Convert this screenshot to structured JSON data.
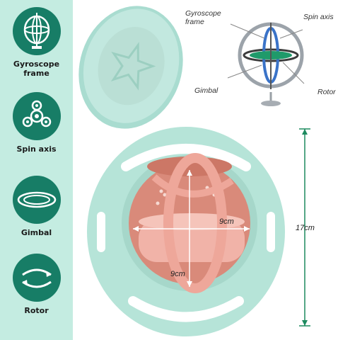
{
  "sidebar": {
    "features": [
      {
        "label": "Gyroscope frame",
        "icon": "gyroscope-frame-icon"
      },
      {
        "label": "Spin axis",
        "icon": "spin-axis-icon"
      },
      {
        "label": "Gimbal",
        "icon": "gimbal-icon"
      },
      {
        "label": "Rotor",
        "icon": "rotor-icon"
      }
    ]
  },
  "diagram": {
    "labels": {
      "gyroscope_frame": "Gyroscope frame",
      "spin_axis": "Spin axis",
      "gimbal": "Gimbal",
      "rotor": "Rotor"
    }
  },
  "dimensions": {
    "height": "17cm",
    "inner_width": "9cm",
    "inner_height": "9cm"
  },
  "colors": {
    "sidebar_bg": "#c4ece1",
    "icon_circle": "#177d66",
    "bowl_mint": "#b6e4d8",
    "bowl_inner": "#d98a7a",
    "cup_pink": "#f1b3a8",
    "dim_line": "#1d8a5f"
  }
}
